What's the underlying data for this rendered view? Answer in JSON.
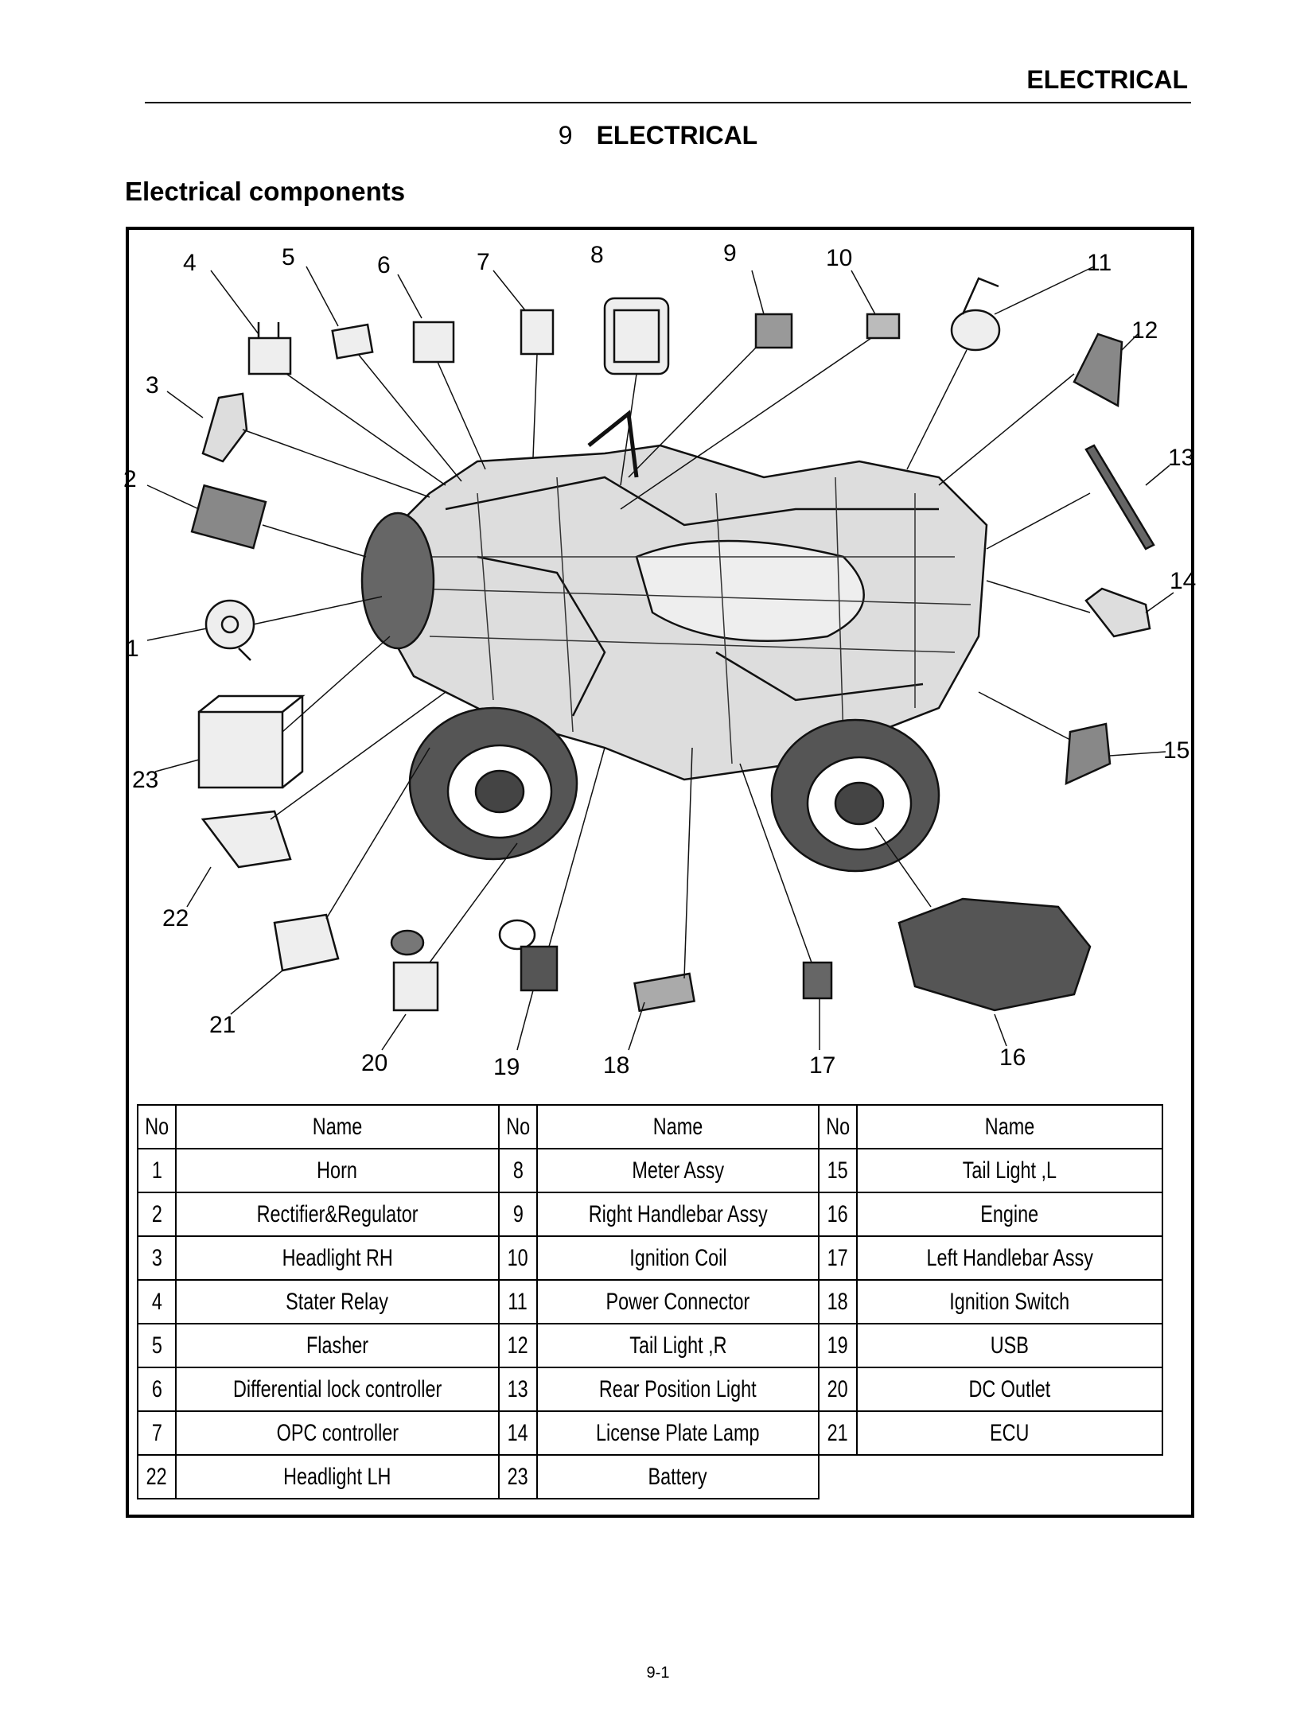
{
  "header": {
    "running_title": "ELECTRICAL"
  },
  "chapter": {
    "number": "9",
    "title": "ELECTRICAL"
  },
  "section_title": "Electrical components",
  "diagram": {
    "callouts": [
      "1",
      "2",
      "3",
      "4",
      "5",
      "6",
      "7",
      "8",
      "9",
      "10",
      "11",
      "12",
      "13",
      "14",
      "15",
      "16",
      "17",
      "18",
      "19",
      "20",
      "21",
      "22",
      "23"
    ]
  },
  "table": {
    "headers": [
      "No",
      "Name",
      "No",
      "Name",
      "No",
      "Name"
    ],
    "rows": [
      [
        "1",
        "Horn",
        "8",
        "Meter  Assy",
        "15",
        "Tail Light ,L"
      ],
      [
        "2",
        "Rectifier&Regulator",
        "9",
        "Right Handlebar Assy",
        "16",
        "Engine"
      ],
      [
        "3",
        "Headlight RH",
        "10",
        "Ignition Coil",
        "17",
        "Left Handlebar Assy"
      ],
      [
        "4",
        "Stater Relay",
        "11",
        "Power Connector",
        "18",
        "Ignition Switch"
      ],
      [
        "5",
        "Flasher",
        "12",
        "Tail Light ,R",
        "19",
        "USB"
      ],
      [
        "6",
        "Differential lock controller",
        "13",
        "Rear Position Light",
        "20",
        "DC Outlet"
      ],
      [
        "7",
        "OPC controller",
        "14",
        "License Plate Lamp",
        "21",
        "ECU"
      ],
      [
        "22",
        "Headlight LH",
        "23",
        "Battery"
      ]
    ]
  },
  "footer": {
    "page_number": "9-1"
  }
}
